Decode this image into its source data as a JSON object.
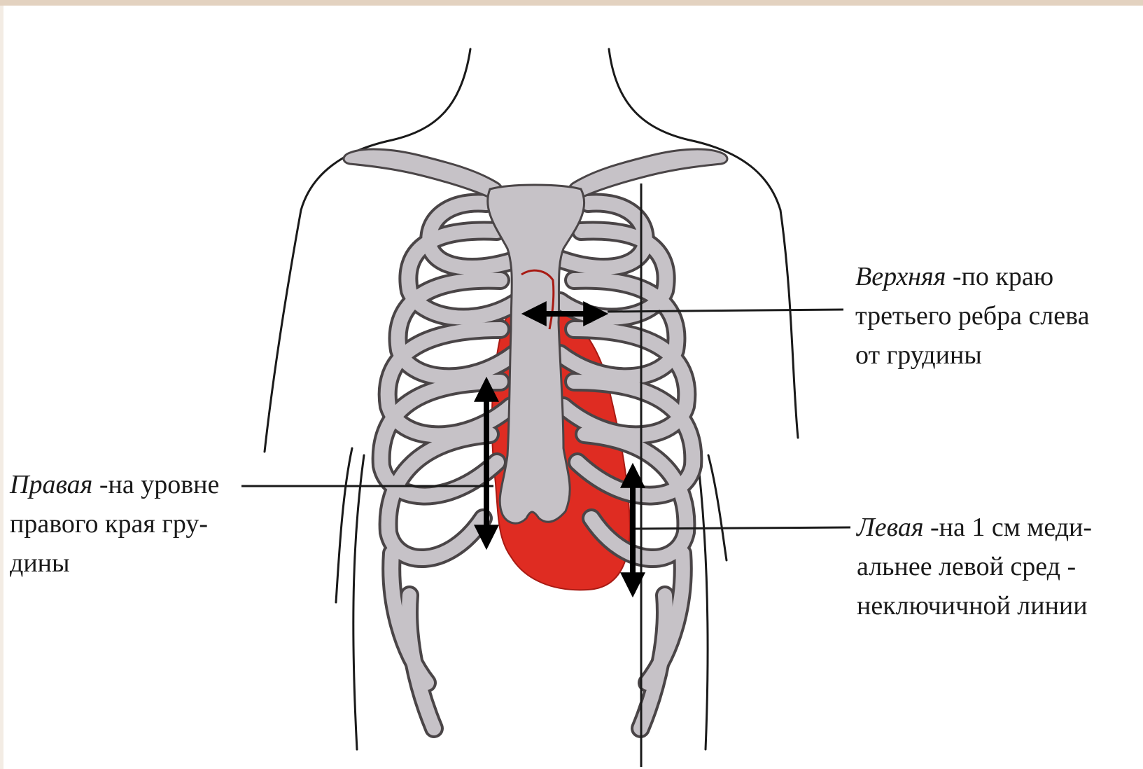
{
  "colors": {
    "bone_fill": "#c6c2c7",
    "bone_stroke": "#4a4547",
    "heart_fill": "#df2c22",
    "outline": "#1a1a1a",
    "arrow": "#000000"
  },
  "labels": {
    "upper": {
      "term": "Верхняя",
      "rest": " -по краю",
      "line2": "третьего ребра слева",
      "line3": "от грудины"
    },
    "right": {
      "term": "Правая",
      "rest": " -на уровне",
      "line2": "правого края гру-",
      "line3": "дины"
    },
    "left": {
      "term": "Левая",
      "rest": " -на 1 см меди-",
      "line2": "альнее левой сред -",
      "line3": "неключичной линии"
    }
  }
}
